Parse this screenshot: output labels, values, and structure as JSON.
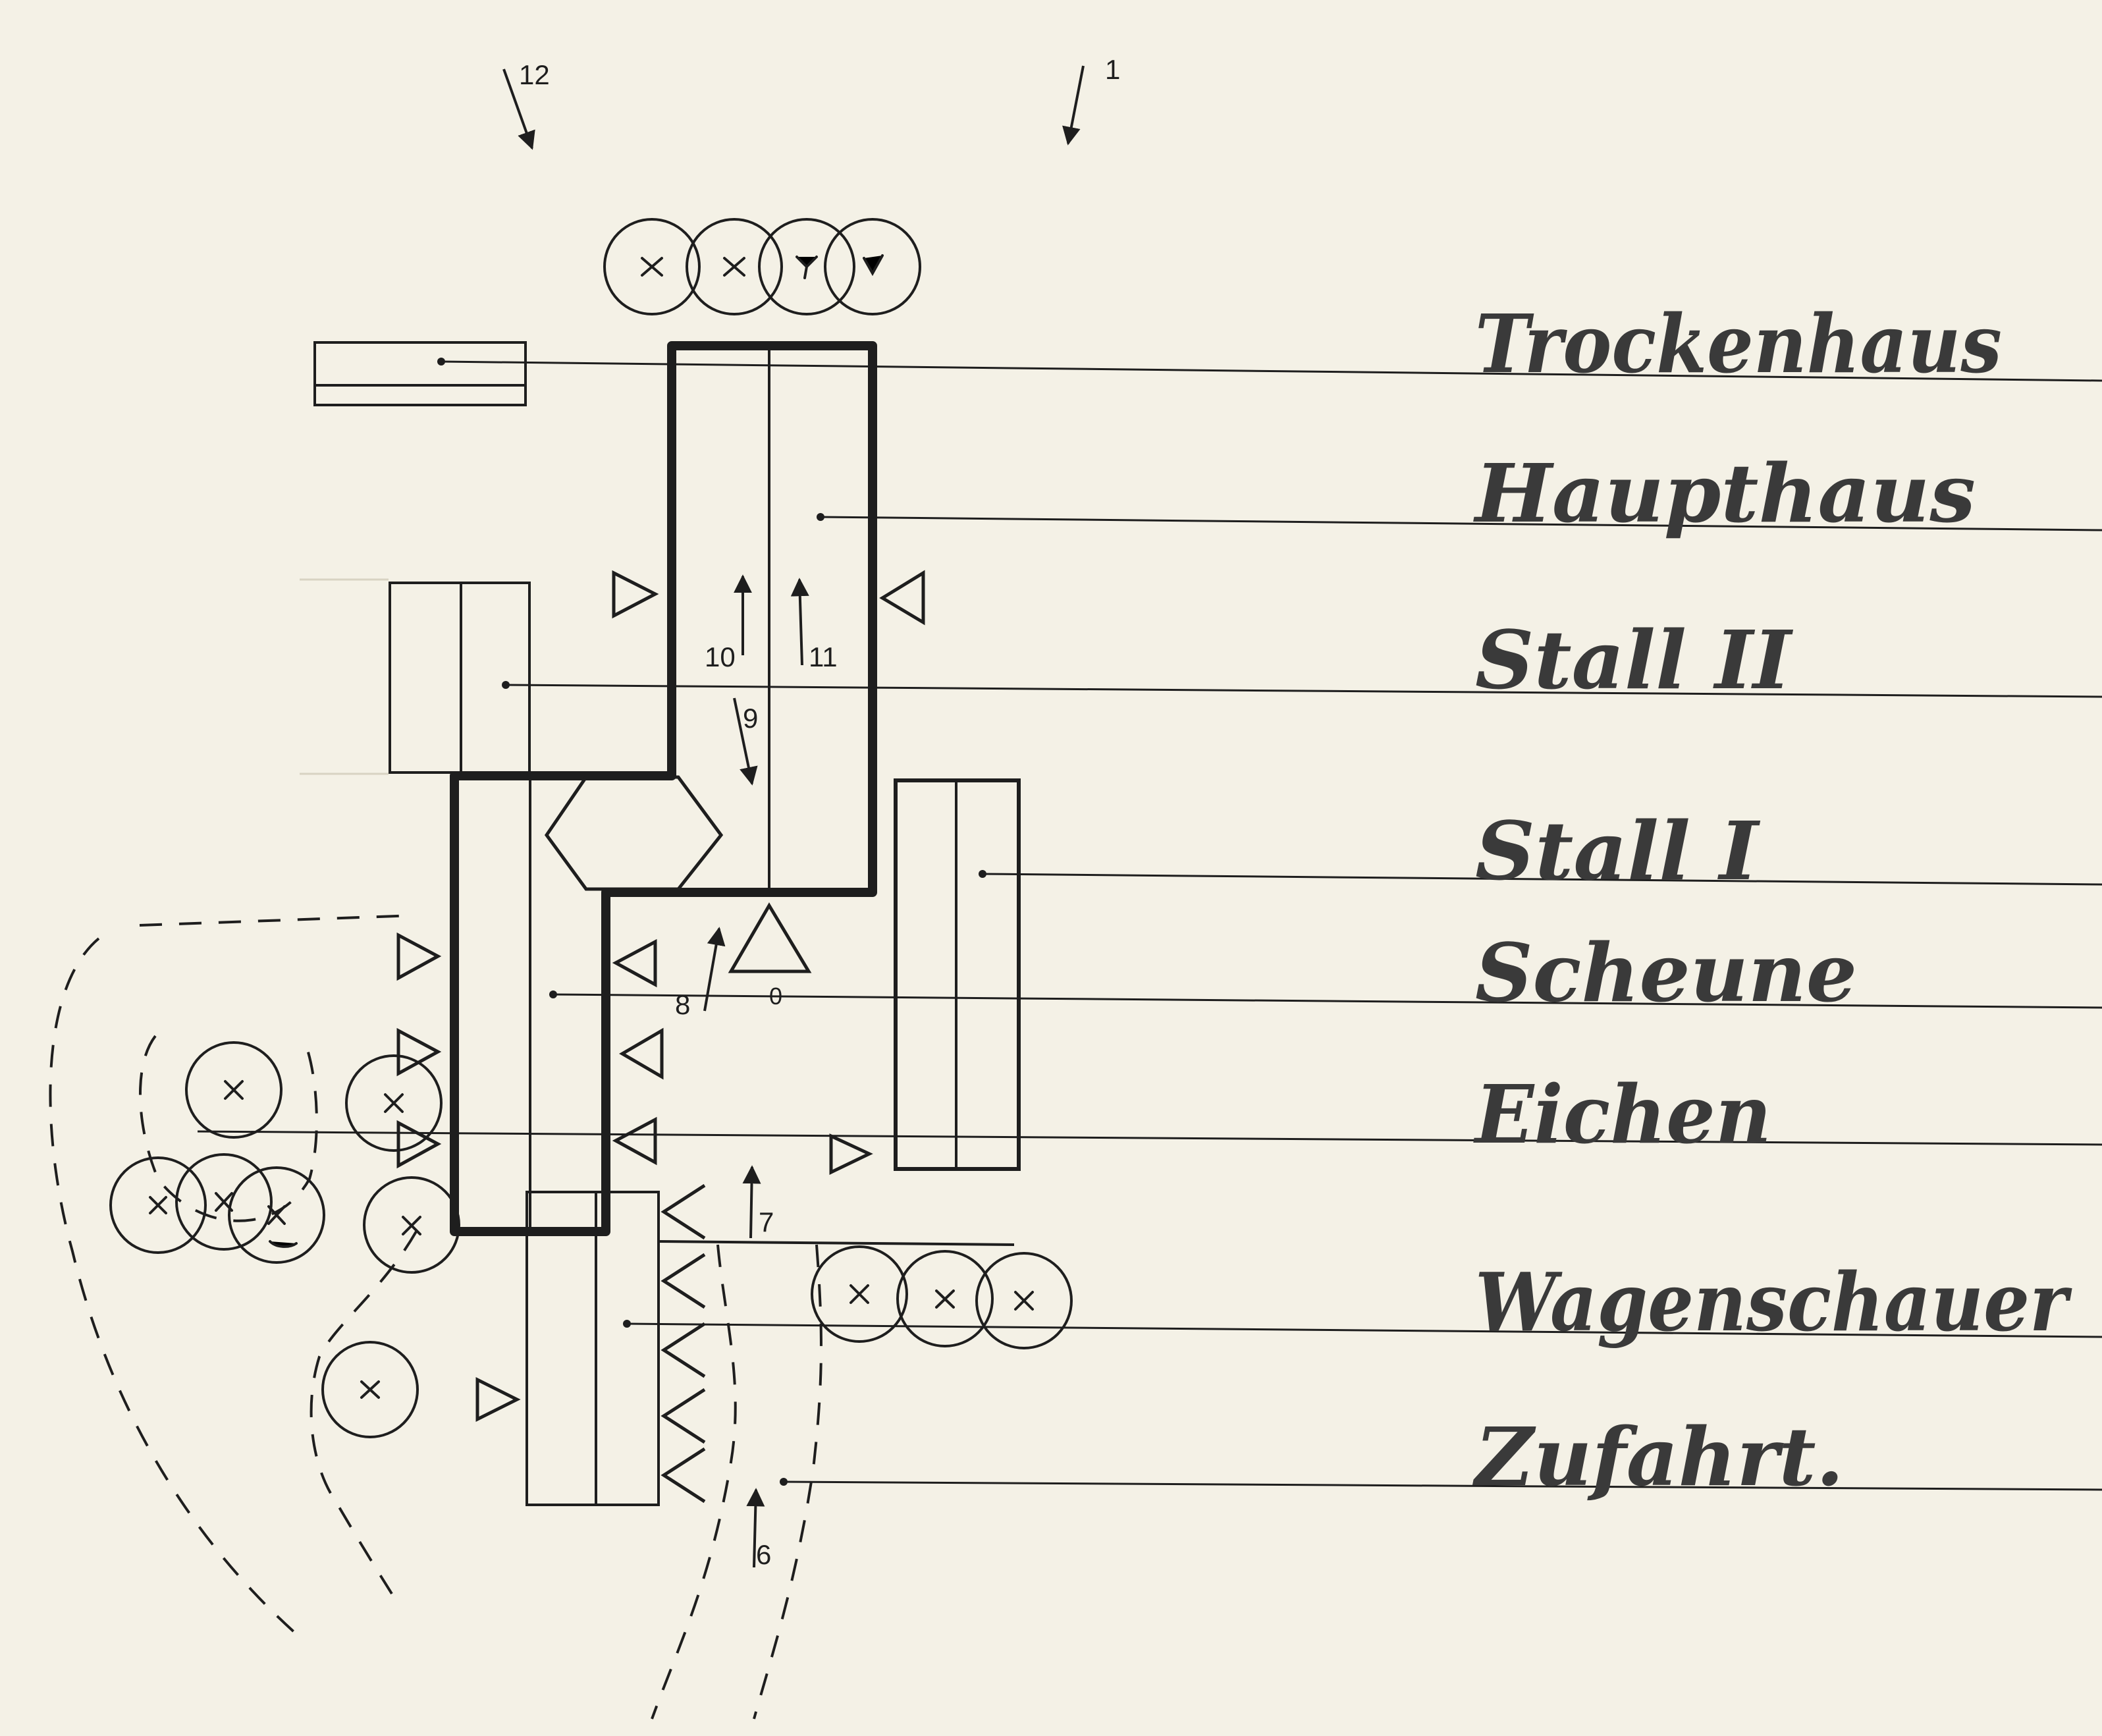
{
  "labels": [
    "Trockenhaus",
    "Haupthaus",
    "Stall II",
    "Stall I",
    "Scheune",
    "Eichen",
    "Wagenschauer",
    "Zufahrt."
  ],
  "viewpoints": [
    "12",
    "1",
    "10",
    "11",
    "9",
    "8",
    "0",
    "7",
    "6"
  ],
  "colors": {
    "paper": "#f4f1e6",
    "ink": "#1e1e1e",
    "handwriting": "#3a3a3a"
  }
}
